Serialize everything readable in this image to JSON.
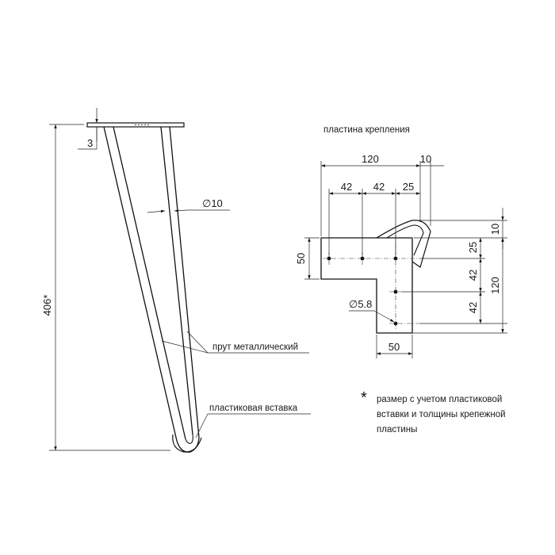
{
  "leg": {
    "height_dim": "406*",
    "plate_thickness_dim": "3",
    "rod_diameter_dim": "∅10",
    "rod_label": "прут металлический",
    "insert_label": "пластиковая вставка"
  },
  "plate": {
    "title": "пластина крепления",
    "dim_total_width": "120",
    "dim_tab": "10",
    "dim_hole_step_1": "42",
    "dim_hole_step_2": "42",
    "dim_hole_edge": "25",
    "dim_height_left": "50",
    "dim_top_offset": "10",
    "dim_hole_edge_v": "25",
    "dim_hole_step_v1": "42",
    "dim_hole_step_v2": "42",
    "dim_total_height": "120",
    "dim_bottom_width": "50",
    "dim_hole_diameter": "∅5.8"
  },
  "note": {
    "marker": "*",
    "lines": [
      "размер с учетом пластиковой",
      "вставки и толщины крепежной",
      "пластины"
    ]
  }
}
